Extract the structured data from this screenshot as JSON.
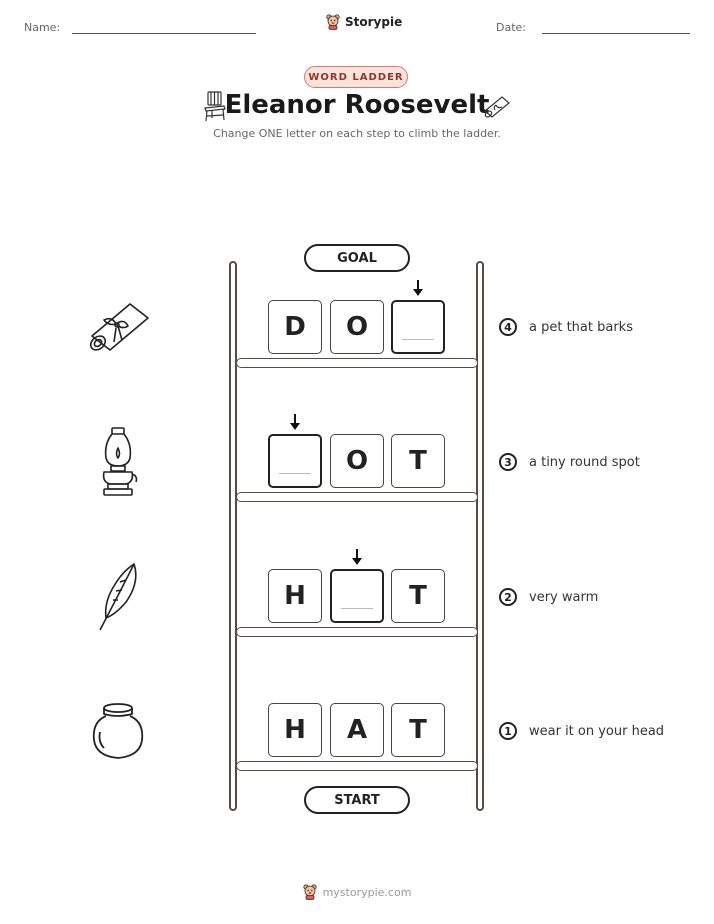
{
  "header": {
    "name_label": "Name:",
    "date_label": "Date:",
    "brand": "Storypie"
  },
  "badge": "WORD LADDER",
  "title": "Eleanor Roosevelt",
  "subtitle": "Change ONE letter on each step to climb the ladder.",
  "ladder": {
    "goal_label": "GOAL",
    "start_label": "START",
    "steps": [
      {
        "letters": [
          "D",
          "O",
          ""
        ],
        "clue_number": "4",
        "clue": "a pet that barks",
        "icon": "scroll-icon"
      },
      {
        "letters": [
          "",
          "O",
          "T"
        ],
        "clue_number": "3",
        "clue": "a tiny round spot",
        "icon": "oil-lamp-icon"
      },
      {
        "letters": [
          "H",
          "",
          "T"
        ],
        "clue_number": "2",
        "clue": "very warm",
        "icon": "quill-feather-icon"
      },
      {
        "letters": [
          "H",
          "A",
          "T"
        ],
        "clue_number": "1",
        "clue": "wear it on your head",
        "icon": "ink-pot-icon"
      }
    ]
  },
  "footer": "mystorypie.com"
}
